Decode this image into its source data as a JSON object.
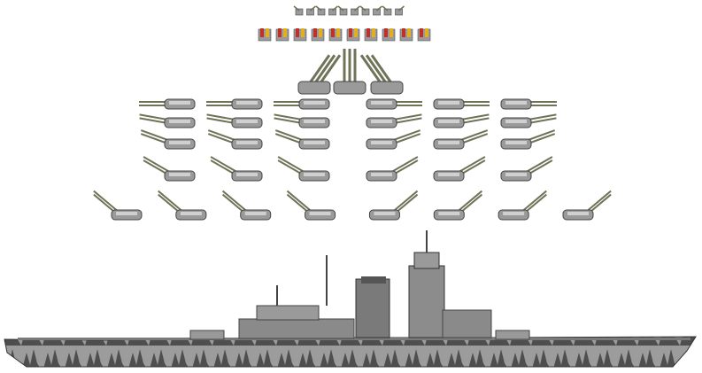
{
  "sprite_sheet": {
    "colors": {
      "background": "#ffffff",
      "hull_dark": "#4a4a4a",
      "hull_light": "#a8a8a8",
      "turret_body": "#9a9a9a",
      "turret_light": "#d0d0d0",
      "barrel": "#6f7358",
      "flak_red": "#c0302a",
      "flak_yellow": "#e0b020"
    },
    "small_guns_count": 10,
    "flak_count": 10,
    "main_turrets": [
      {
        "barrels": 3,
        "facing": "left"
      },
      {
        "barrels": 3,
        "facing": "up"
      },
      {
        "barrels": 3,
        "facing": "right"
      }
    ],
    "turret_rows": [
      {
        "count": 6,
        "elevation_deg": 0
      },
      {
        "count": 6,
        "elevation_deg": 10
      },
      {
        "count": 6,
        "elevation_deg": 20
      },
      {
        "count": 6,
        "elevation_deg": 30
      },
      {
        "count": 8,
        "elevation_deg": 40
      }
    ]
  }
}
